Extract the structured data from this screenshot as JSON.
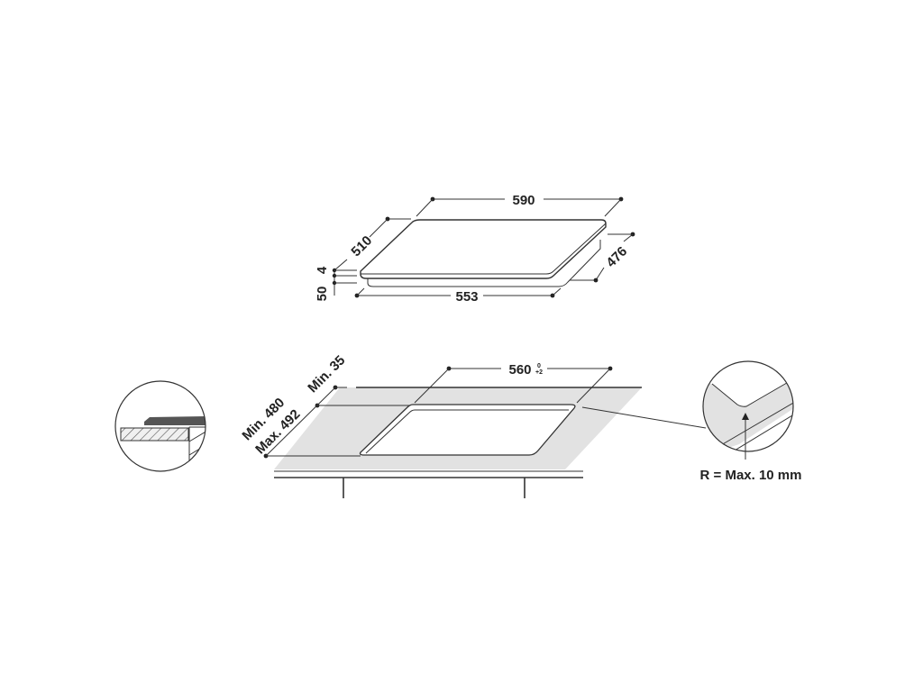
{
  "diagram": {
    "type": "technical-drawing",
    "subject": "built-in hob installation dimensions",
    "colors": {
      "line": "#333333",
      "worktop_fill": "#e2e2e2",
      "hob_top_fill": "#ffffff",
      "hob_edge_fill": "#555555"
    },
    "hob": {
      "width_label": "590",
      "depth_label": "510",
      "lower_depth_label": "476",
      "lower_width_label": "553",
      "glass_thickness_label": "4",
      "body_height_label": "50"
    },
    "cutout": {
      "width_label": "560",
      "width_tol_upper": "0",
      "width_tol_lower": "+2",
      "depth_min_label": "Min. 480",
      "depth_max_label": "Max. 492",
      "rear_clearance_label": "Min. 35"
    },
    "corner_detail": {
      "radius_label": "R = Max. 10 mm"
    },
    "edge_detail": {
      "icon": "worktop-section-detail"
    }
  }
}
